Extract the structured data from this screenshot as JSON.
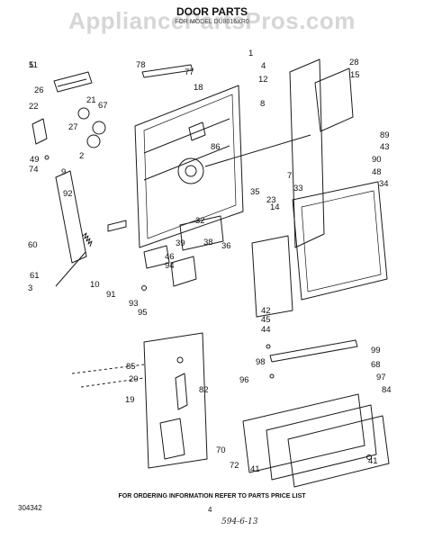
{
  "watermark": "AppliancePartsPros.com",
  "title": "DOOR PARTS",
  "model": "FOR MODEL DU8016XR0",
  "footer_note": "FOR ORDERING INFORMATION REFER TO PARTS PRICE LIST",
  "doc_number": "304342",
  "page_number": "4",
  "handwritten_note": "594-6-13",
  "callouts": [
    "1",
    "2",
    "3",
    "4",
    "5",
    "7",
    "8",
    "9",
    "10",
    "11",
    "12",
    "14",
    "15",
    "18",
    "19",
    "20",
    "21",
    "22",
    "23",
    "26",
    "27",
    "28",
    "32",
    "33",
    "34",
    "35",
    "36",
    "38",
    "39",
    "41",
    "42",
    "43",
    "44",
    "45",
    "46",
    "48",
    "49",
    "60",
    "61",
    "67",
    "68",
    "70",
    "72",
    "74",
    "77",
    "78",
    "82",
    "84",
    "85",
    "86",
    "89",
    "90",
    "91",
    "92",
    "93",
    "94",
    "95",
    "96",
    "97",
    "98",
    "99"
  ]
}
